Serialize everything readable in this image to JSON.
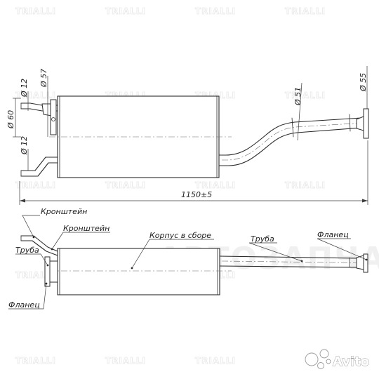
{
  "watermark": {
    "brand": "TRIALLI",
    "overlay_text": "АВТОЗАПЧАСТИ ДЛЯ ИНОМАРОК",
    "marketplace": "Avito"
  },
  "dimensions": {
    "outlet_pipe_diameter": "Ø 55",
    "pipe_diameter": "Ø 51",
    "body_height": "Ø 60",
    "inlet_outer_diameter": "Ø 57",
    "bracket_rod_top": "Ø 12",
    "bracket_rod_bottom": "Ø 12",
    "overall_length": "1150±5"
  },
  "labels": {
    "bracket_upper": "Кронштейн",
    "bracket_lower": "Кронштейн",
    "inlet_pipe": "Труба",
    "inlet_flange": "Фланец",
    "body_assembly": "Корпус в сборе",
    "outlet_pipe": "Труба",
    "outlet_flange": "Фланец"
  },
  "colors": {
    "line": "#2b2b2b",
    "watermark": "#e7e7e7",
    "background": "#ffffff"
  }
}
